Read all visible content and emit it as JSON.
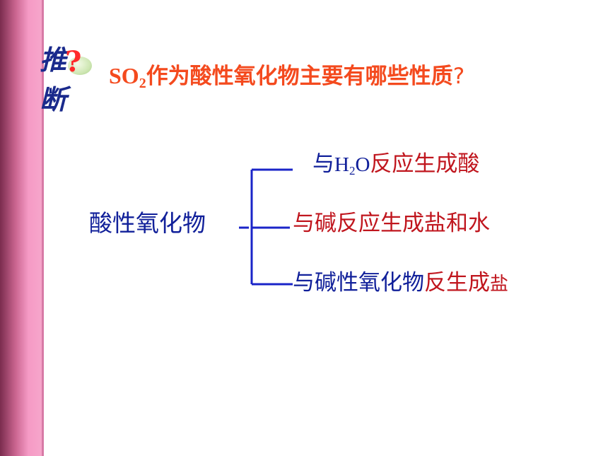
{
  "badge": {
    "char1": "推",
    "char2": "断",
    "mark": "?"
  },
  "question": {
    "formula_main": "SO",
    "formula_sub": "2",
    "text": "作为酸性氧化物主要有哪些性质",
    "qmark": "?"
  },
  "subject": "酸性氧化物",
  "properties": [
    {
      "prefix": "与",
      "formula_main": "H",
      "formula_sub": "2",
      "formula_tail": "O",
      "rest": "反应生成酸"
    },
    {
      "prefix": "与碱",
      "rest": "反应生成盐和水"
    },
    {
      "prefix": "与碱性氧化物",
      "middle": "反生成",
      "suffix": "盐"
    }
  ],
  "colors": {
    "title": "#f44a1e",
    "subject": "#11209a",
    "accent_red": "#c0161e",
    "bracket": "#1a24c8",
    "sidebar": "#f59ac5"
  }
}
